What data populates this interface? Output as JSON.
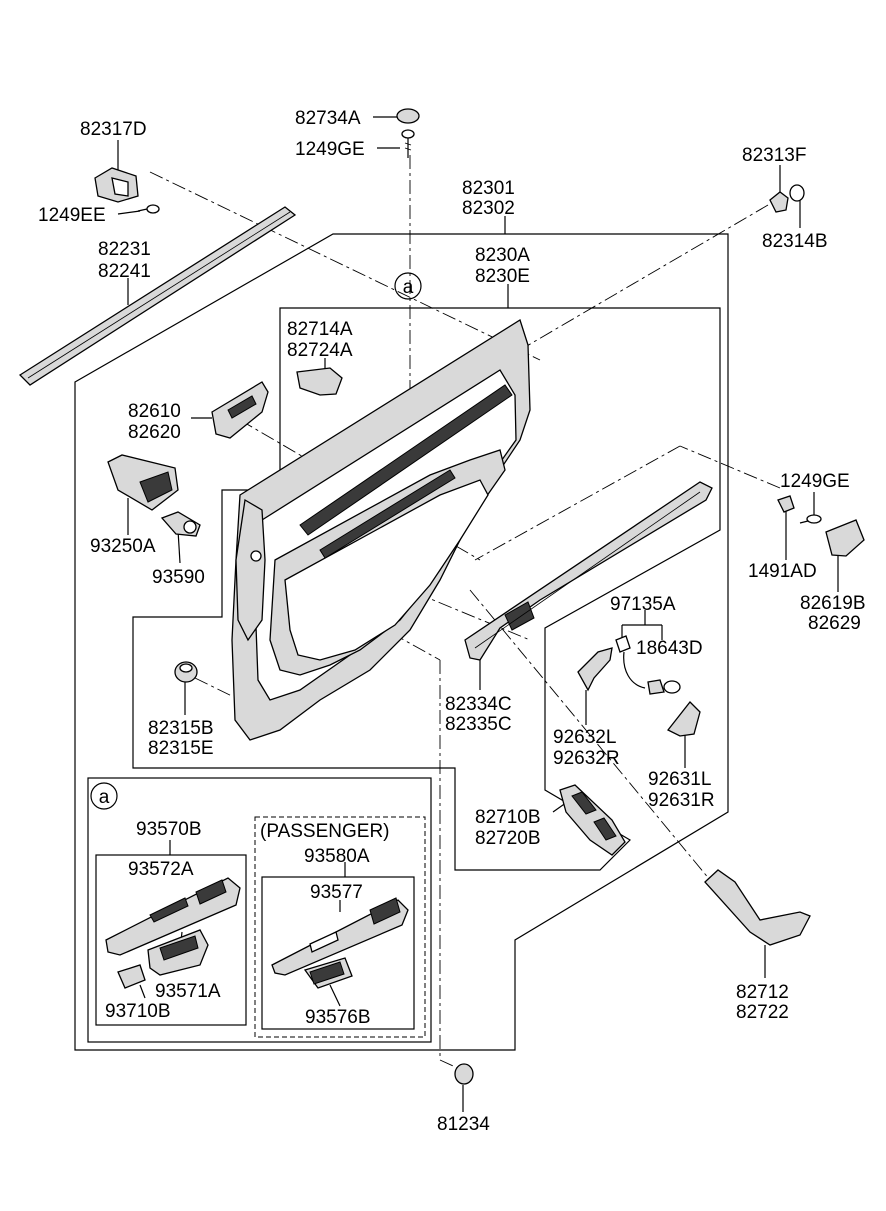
{
  "callout_letter": "a",
  "labels": {
    "p82734A": "82734A",
    "p1249GE_top": "1249GE",
    "p82317D": "82317D",
    "p1249EE": "1249EE",
    "p82231": "82231",
    "p82241": "82241",
    "p82301": "82301",
    "p82302": "82302",
    "p82313F": "82313F",
    "p82314B": "82314B",
    "p8230A": "8230A",
    "p8230E": "8230E",
    "p82714A": "82714A",
    "p82724A": "82724A",
    "p82610": "82610",
    "p82620": "82620",
    "p93250A": "93250A",
    "p93590": "93590",
    "p1249GE_right": "1249GE",
    "p1491AD": "1491AD",
    "p82619B": "82619B",
    "p82629": "82629",
    "p97135A": "97135A",
    "p18643D": "18643D",
    "p82315B": "82315B",
    "p82315E": "82315E",
    "p82334C": "82334C",
    "p82335C": "82335C",
    "p92632L": "92632L",
    "p92632R": "92632R",
    "p92631L": "92631L",
    "p92631R": "92631R",
    "p82710B": "82710B",
    "p82720B": "82720B",
    "p82712": "82712",
    "p82722": "82722",
    "p81234": "81234"
  },
  "detail_a": {
    "driver_assembly": "93570B",
    "driver_bezel": "93572A",
    "driver_switch_main": "93571A",
    "driver_switch_small": "93710B",
    "passenger_heading": "(PASSENGER)",
    "passenger_assembly": "93580A",
    "passenger_bezel": "93577",
    "passenger_switch": "93576B"
  }
}
